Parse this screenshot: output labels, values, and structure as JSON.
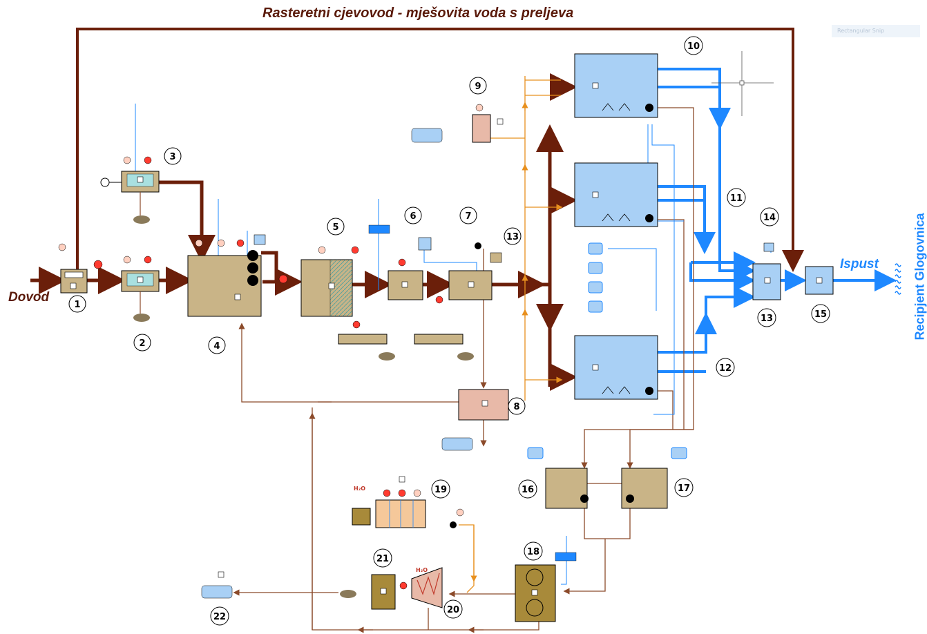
{
  "title": "Rasteretni cjevovod - mješovita voda s preljeva",
  "inlet_label": "Dovod",
  "outlet_label": "Ispust",
  "receiver_label": "Recipjent Glogovnica",
  "hidden_label": "Rectangular Snip",
  "h2o_label": "H₂O",
  "units": [
    {
      "n": "1"
    },
    {
      "n": "2"
    },
    {
      "n": "3"
    },
    {
      "n": "4"
    },
    {
      "n": "5"
    },
    {
      "n": "6"
    },
    {
      "n": "7"
    },
    {
      "n": "8"
    },
    {
      "n": "9"
    },
    {
      "n": "10"
    },
    {
      "n": "11"
    },
    {
      "n": "12"
    },
    {
      "n": "13"
    },
    {
      "n": "13"
    },
    {
      "n": "14"
    },
    {
      "n": "15"
    },
    {
      "n": "16"
    },
    {
      "n": "17"
    },
    {
      "n": "18"
    },
    {
      "n": "19"
    },
    {
      "n": "20"
    },
    {
      "n": "21"
    },
    {
      "n": "22"
    }
  ],
  "colors": {
    "wastewater": "#6b1f0a",
    "treated_water": "#1e88ff",
    "air_line": "#e8901e",
    "tank_brown": "#c9b487",
    "tank_blue": "#a9d0f5",
    "sludge_pink": "#e8b9a8"
  }
}
